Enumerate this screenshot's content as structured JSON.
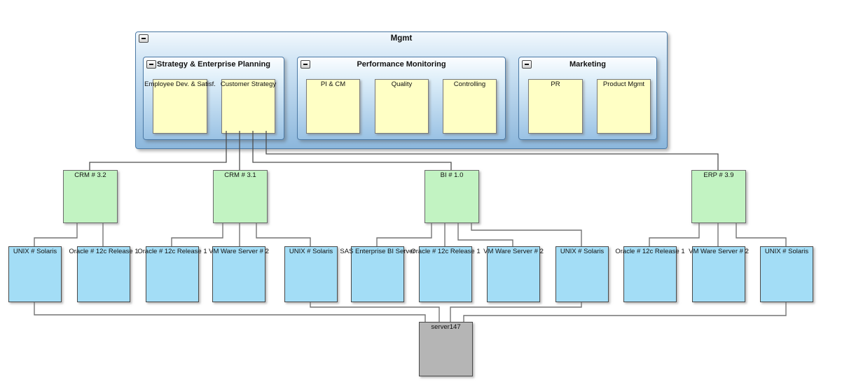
{
  "mgmt": {
    "title": "Mgmt"
  },
  "groups": [
    {
      "title": "Strategy & Enterprise Planning"
    },
    {
      "title": "Performance Monitoring"
    },
    {
      "title": "Marketing"
    }
  ],
  "capabilities": [
    "Employee Dev. & Satisf.",
    "Customer Strategy",
    "PI & CM",
    "Quality",
    "Controlling",
    "PR",
    "Product Mgmt"
  ],
  "applications": [
    "CRM # 3.2",
    "CRM # 3.1",
    "BI # 1.0",
    "ERP # 3.9"
  ],
  "technology": [
    "UNIX # Solaris",
    "Oracle # 12c Release 1",
    "Oracle # 12c Release 1",
    "VM Ware Server # 2",
    "UNIX # Solaris",
    "SAS Enterprise BI Server",
    "Oracle # 12c Release 1",
    "VM Ware Server # 2",
    "UNIX # Solaris",
    "Oracle # 12c Release 1",
    "VM Ware Server # 2",
    "UNIX # Solaris"
  ],
  "server": {
    "label": "server147"
  },
  "edges": {
    "from_customer_strategy": [
      "CRM # 3.2",
      "CRM # 3.1",
      "BI # 1.0",
      "ERP # 3.9"
    ],
    "from_crm_3_2": [
      "UNIX # Solaris",
      "Oracle # 12c Release 1"
    ],
    "from_crm_3_1": [
      "Oracle # 12c Release 1",
      "VM Ware Server # 2",
      "UNIX # Solaris"
    ],
    "from_bi_1_0": [
      "SAS Enterprise BI Server",
      "Oracle # 12c Release 1",
      "VM Ware Server # 2",
      "UNIX # Solaris"
    ],
    "from_erp_3_9": [
      "Oracle # 12c Release 1",
      "VM Ware Server # 2",
      "UNIX # Solaris"
    ],
    "to_server147_from": [
      "UNIX # Solaris",
      "UNIX # Solaris",
      "UNIX # Solaris",
      "UNIX # Solaris"
    ]
  },
  "colors": {
    "container_fill_top": "#f2f8fd",
    "container_fill_bottom": "#8cb7dc",
    "container_border": "#4c7aa6",
    "capability_fill": "#ffffc5",
    "application_fill": "#c2f3c2",
    "technology_fill": "#a3ddf6",
    "server_fill": "#b5b5b5",
    "connector": "#747474"
  }
}
